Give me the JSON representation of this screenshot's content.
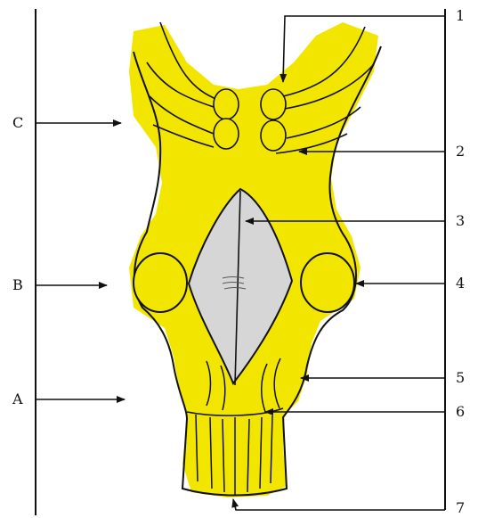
{
  "diagram": {
    "colors": {
      "fill": "#f2e600",
      "cavity": "#d6d6d6",
      "ink": "#111111"
    },
    "left_labels": {
      "c": "C",
      "b": "B",
      "a": "A"
    },
    "right_labels": {
      "n1": "1",
      "n2": "2",
      "n3": "3",
      "n4": "4",
      "n5": "5",
      "n6": "6",
      "n7": "7"
    }
  }
}
